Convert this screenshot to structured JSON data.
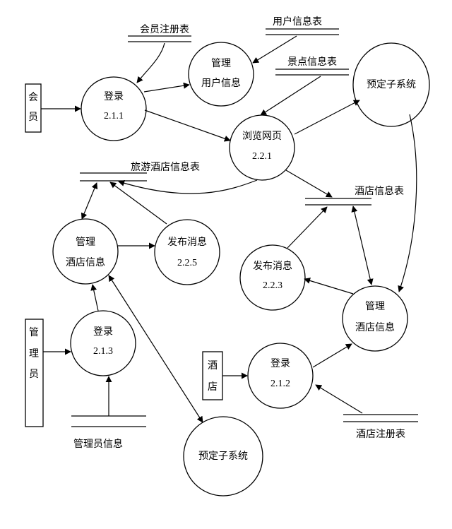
{
  "entities": {
    "member": {
      "chars": [
        "会",
        "员"
      ]
    },
    "admin": {
      "chars": [
        "管",
        "理",
        "员"
      ]
    },
    "hotel": {
      "chars": [
        "酒",
        "店"
      ]
    }
  },
  "processes": {
    "login_member": {
      "label": "登录",
      "number": "2.1.1"
    },
    "manage_user": {
      "label": "管理",
      "label2": "用户信息"
    },
    "reserve_top": {
      "label": "预定子系统"
    },
    "browse": {
      "label": "浏览网页",
      "number": "2.2.1"
    },
    "manage_hotel_l": {
      "label": "管理",
      "label2": "酒店信息"
    },
    "publish_l": {
      "label": "发布消息",
      "number": "2.2.5"
    },
    "login_admin": {
      "label": "登录",
      "number": "2.1.3"
    },
    "reserve_bottom": {
      "label": "预定子系统"
    },
    "publish_r": {
      "label": "发布消息",
      "number": "2.2.3"
    },
    "manage_hotel_r": {
      "label": "管理",
      "label2": "酒店信息"
    },
    "login_hotel": {
      "label": "登录",
      "number": "2.1.2"
    }
  },
  "stores": {
    "member_register": {
      "label": "会员注册表"
    },
    "user_info": {
      "label": "用户信息表"
    },
    "scenic_info": {
      "label": "景点信息表"
    },
    "travel_hotel": {
      "label": "旅游酒店信息表"
    },
    "hotel_info": {
      "label": "酒店信息表"
    },
    "admin_info": {
      "label": "管理员信息"
    },
    "hotel_register": {
      "label": "酒店注册表"
    }
  }
}
